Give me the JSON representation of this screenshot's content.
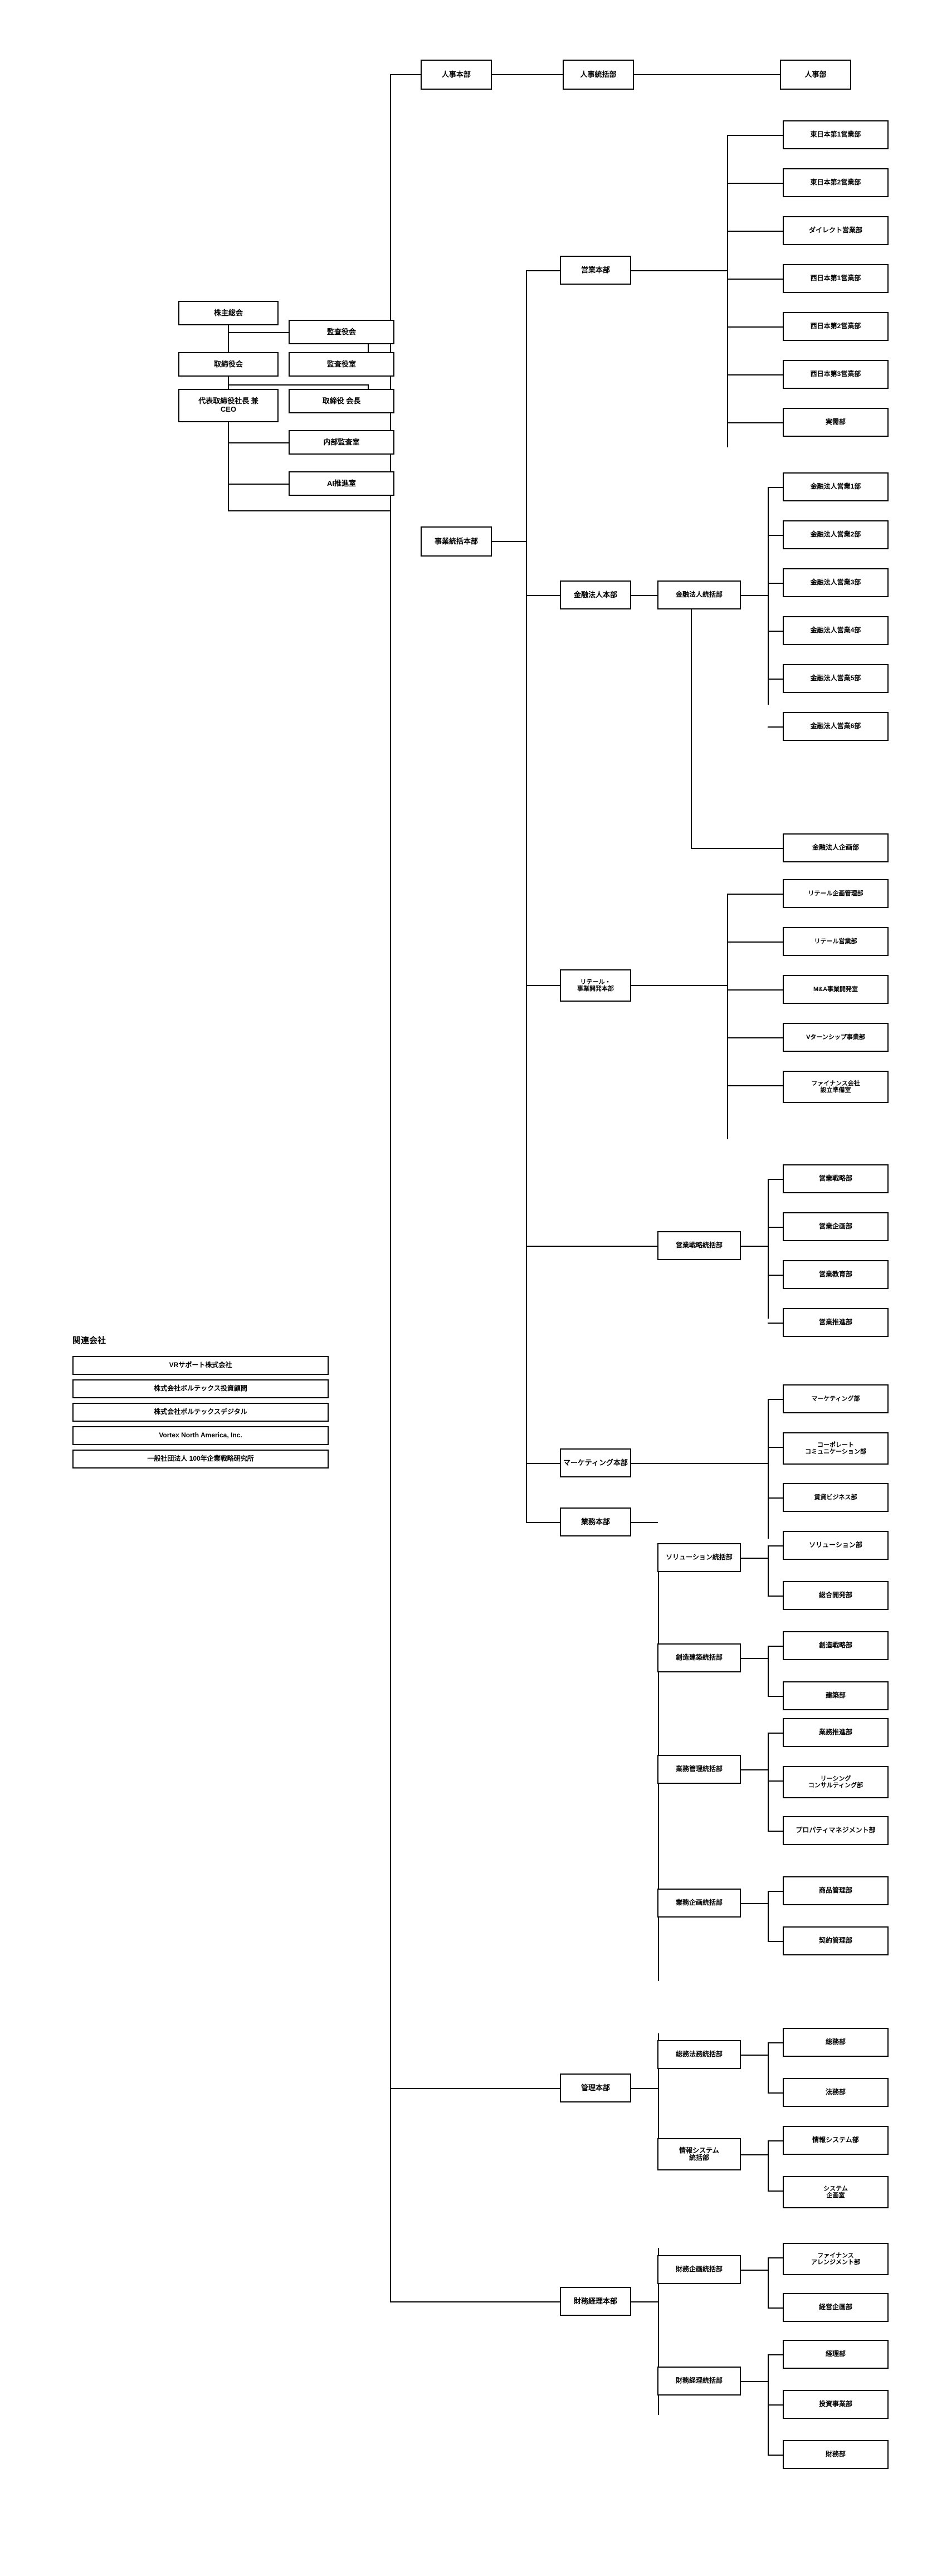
{
  "diagram": {
    "type": "organization-chart",
    "title": "",
    "related_companies_heading": "関連会社"
  },
  "governance": {
    "shareholders_meeting": "株主総会",
    "audit_board": "監査役会",
    "board_of_directors": "取締役会",
    "audit_office": "監査役室",
    "ceo": "代表取締役社長 兼\nCEO",
    "ceo_line1": "代表取締役社長 兼",
    "ceo_line2": "CEO",
    "chairman": "取締役 会長",
    "internal_audit_office": "内部監査室",
    "ai_promotion_office": "AI推進室"
  },
  "trunk": {
    "business_hq": "事業統括本部"
  },
  "divisions": {
    "hr_hq": "人事本部",
    "hr_general": "人事統括部",
    "hr_dept": "人事部",
    "sales_hq": "営業本部",
    "financial_hq": "金融法人本部",
    "financial_general": "金融法人統括部",
    "retail_hq_line1": "リテール・",
    "retail_hq_line2": "事業開発本部",
    "sales_strategy_general": "営業戦略統括部",
    "marketing_hq": "マーケティング本部",
    "operations_hq": "業務本部",
    "management_hq": "管理本部",
    "finance_accounting_hq": "財務経理本部"
  },
  "sales_departments": [
    "東日本第1営業部",
    "東日本第2営業部",
    "ダイレクト営業部",
    "西日本第1営業部",
    "西日本第2営業部",
    "西日本第3営業部",
    "実需部"
  ],
  "financial_departments": [
    "金融法人営業1部",
    "金融法人営業2部",
    "金融法人営業3部",
    "金融法人営業4部",
    "金融法人営業5部",
    "金融法人営業6部"
  ],
  "financial_planning_dept": "金融法人企画部",
  "retail_departments": [
    {
      "line1": "リテール企画管理部",
      "line2": ""
    },
    {
      "line1": "リテール営業部",
      "line2": ""
    },
    {
      "line1": "M&A事業開発室",
      "line2": ""
    },
    {
      "line1": "Vターンシップ事業部",
      "line2": ""
    },
    {
      "line1": "ファイナンス会社",
      "line2": "設立準備室"
    }
  ],
  "sales_strategy_departments": [
    "営業戦略部",
    "営業企画部",
    "営業教育部",
    "営業推進部"
  ],
  "marketing_departments": [
    {
      "line1": "マーケティング部",
      "line2": ""
    },
    {
      "line1": "コーポレート",
      "line2": "コミュニケーション部"
    },
    {
      "line1": "賃貸ビジネス部",
      "line2": ""
    }
  ],
  "operations_groups": [
    {
      "name": "ソリューション統括部",
      "children": [
        {
          "line1": "ソリューション部",
          "line2": ""
        },
        {
          "line1": "総合開発部",
          "line2": ""
        }
      ]
    },
    {
      "name": "創造建築統括部",
      "children": [
        {
          "line1": "創造戦略部",
          "line2": ""
        },
        {
          "line1": "建築部",
          "line2": ""
        }
      ]
    },
    {
      "name": "業務管理統括部",
      "children": [
        {
          "line1": "業務推進部",
          "line2": ""
        },
        {
          "line1": "リーシング",
          "line2": "コンサルティング部"
        },
        {
          "line1": "プロパティマネジメント部",
          "line2": ""
        }
      ]
    },
    {
      "name": "業務企画統括部",
      "children": [
        {
          "line1": "商品管理部",
          "line2": ""
        },
        {
          "line1": "契約管理部",
          "line2": ""
        }
      ]
    }
  ],
  "management_groups": [
    {
      "name": "総務法務統括部",
      "name_line1": "総務法務統括部",
      "name_line2": "",
      "children": [
        {
          "line1": "総務部",
          "line2": ""
        },
        {
          "line1": "法務部",
          "line2": ""
        }
      ]
    },
    {
      "name": "情報システム統括部",
      "name_line1": "情報システム",
      "name_line2": "統括部",
      "children": [
        {
          "line1": "情報システム部",
          "line2": ""
        },
        {
          "line1": "システム",
          "line2": "企画室"
        }
      ]
    }
  ],
  "finance_groups": [
    {
      "name": "財務企画統括部",
      "name_line1": "財務企画統括部",
      "name_line2": "",
      "children": [
        {
          "line1": "ファイナンス",
          "line2": "アレンジメント部"
        },
        {
          "line1": "経営企画部",
          "line2": ""
        }
      ]
    },
    {
      "name": "財務経理統括部",
      "name_line1": "財務経理統括部",
      "name_line2": "",
      "children": [
        {
          "line1": "経理部",
          "line2": ""
        },
        {
          "line1": "投資事業部",
          "line2": ""
        },
        {
          "line1": "財務部",
          "line2": ""
        }
      ]
    }
  ],
  "related_companies": [
    "VRサポート株式会社",
    "株式会社ボルテックス投資顧問",
    "株式会社ボルテックスデジタル",
    "Vortex North America, Inc.",
    "一般社団法人 100年企業戦略研究所"
  ]
}
